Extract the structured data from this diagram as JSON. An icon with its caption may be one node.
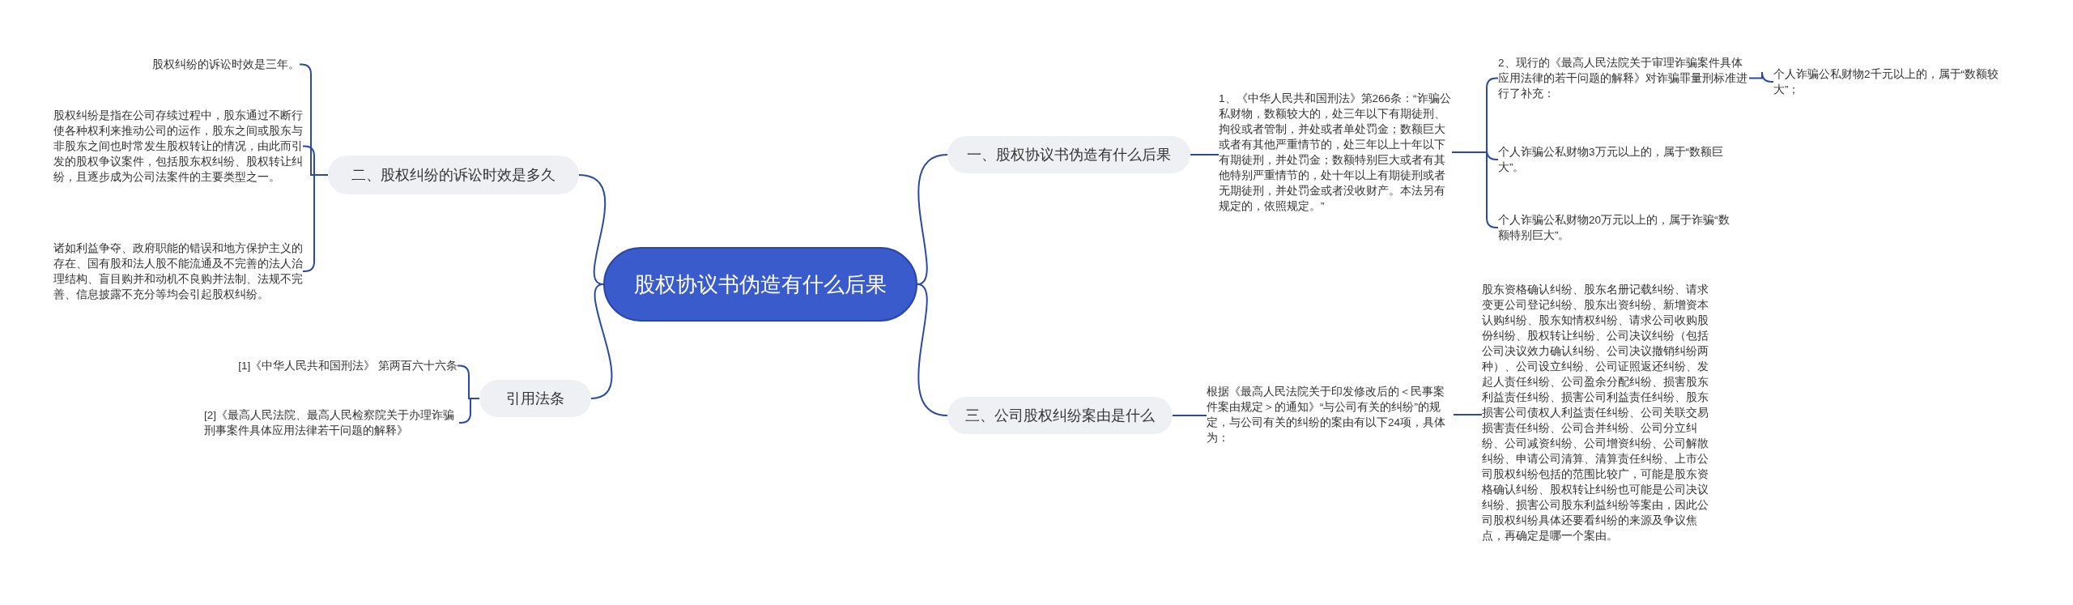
{
  "diagram": {
    "nodes": [
      {
        "text": [
          "股权协议书伪造有什么后果"
        ]
      },
      {
        "text": [
          "一、股权协议书伪造有什么后果"
        ]
      },
      {
        "text": [
          "1、《中华人民共和国刑法》第266条：“诈骗公私财物，数额较大的，处三年以下有期徒刑、拘役或者管制，并处或者单处罚金；数额巨大或者有其他严重情节的，处三年以上十年以下有期徒刑，并处罚金；数额特别巨大或者有其他特别严重情节的，处十年以上有期徒刑或者无期徒刑，并处罚金或者没收财产。本法另有规定的，依照规定。”"
        ]
      },
      {
        "text": [
          "2、现行的《最高人民法院关于审理诈骗案件具体应用法律的若干问题的解释》对诈骗罪量刑标准进行了补充："
        ]
      },
      {
        "text": [
          "个人诈骗公私财物2千元以上的，属于“数额较大”；"
        ]
      },
      {
        "text": [
          "个人诈骗公私财物3万元以上的，属于“数额巨大”。"
        ]
      },
      {
        "text": [
          "个人诈骗公私财物20万元以上的，属于诈骗“数额特别巨大”。"
        ]
      },
      {
        "text": [
          "三、公司股权纠纷案由是什么"
        ]
      },
      {
        "text": [
          "根据《最高人民法院关于印发修改后的＜民事案件案由规定＞的通知》“与公司有关的纠纷”的规定，与公司有关的纠纷的案由有以下24项，具体为："
        ]
      },
      {
        "text": [
          "股东资格确认纠纷、股东名册记载纠纷、请求变更公司登记纠纷、股东出资纠纷、新增资本认购纠纷、股东知情权纠纷、请求公司收购股份纠纷、股权转让纠纷、公司决议纠纷（包括公司决议效力确认纠纷、公司决议撤销纠纷两种）、公司设立纠纷、公司证照返还纠纷、发起人责任纠纷、公司盈余分配纠纷、损害股东利益责任纠纷、损害公司利益责任纠纷、股东损害公司债权人利益责任纠纷、公司关联交易损害责任纠纷、公司合并纠纷、公司分立纠纷、公司减资纠纷、公司增资纠纷、公司解散纠纷、申请公司清算、清算责任纠纷、上市公司股权纠纷包括的范围比较广，可能是股东资格确认纠纷、股权转让纠纷也可能是公司决议纠纷、损害公司股东利益纠纷等案由，因此公司股权纠纷具体还要看纠纷的来源及争议焦点，再确定是哪一个案由。"
        ]
      },
      {
        "text": [
          "二、股权纠纷的诉讼时效是多久"
        ]
      },
      {
        "text": [
          "股权纠纷的诉讼时效是三年。"
        ]
      },
      {
        "text": [
          "股权纠纷是指在公司存续过程中，股东通过不断行使各种权利来推动公司的运作，股东之间或股东与非股东之间也时常发生股权转让的情况，由此而引发的股权争议案件，包括股东权纠纷、股权转让纠纷，且逐步成为公司法案件的主要类型之一。"
        ]
      },
      {
        "text": [
          "诸如利益争夺、政府职能的错误和地方保护主义的存在、国有股和法人股不能流通及不完善的法人治理结构、盲目购并和动机不良购并法制、法规不完善、信息披露不充分等均会引起股权纠纷。"
        ]
      },
      {
        "text": [
          "引用法条"
        ]
      },
      {
        "text": [
          "[1]《中华人民共和国刑法》 第两百六十六条"
        ]
      },
      {
        "text": [
          "[2]《最高人民法院、最高人民检察院关于办理诈骗刑事案件具体应用法律若干问题的解释》"
        ]
      }
    ],
    "edges": [
      {
        "from": 0,
        "to": 1,
        "arrow": "none"
      },
      {
        "from": 1,
        "to": 2,
        "arrow": "none"
      },
      {
        "from": 2,
        "to": 3,
        "arrow": "none"
      },
      {
        "from": 3,
        "to": 4,
        "arrow": "none"
      },
      {
        "from": 2,
        "to": 5,
        "arrow": "none"
      },
      {
        "from": 2,
        "to": 6,
        "arrow": "none"
      },
      {
        "from": 0,
        "to": 7,
        "arrow": "none"
      },
      {
        "from": 7,
        "to": 8,
        "arrow": "none"
      },
      {
        "from": 8,
        "to": 9,
        "arrow": "none"
      },
      {
        "from": 0,
        "to": 10,
        "arrow": "none"
      },
      {
        "from": 10,
        "to": 11,
        "arrow": "none"
      },
      {
        "from": 10,
        "to": 12,
        "arrow": "none"
      },
      {
        "from": 10,
        "to": 13,
        "arrow": "none"
      },
      {
        "from": 0,
        "to": 14,
        "arrow": "none"
      },
      {
        "from": 14,
        "to": 15,
        "arrow": "none"
      },
      {
        "from": 14,
        "to": 16,
        "arrow": "none"
      }
    ]
  }
}
